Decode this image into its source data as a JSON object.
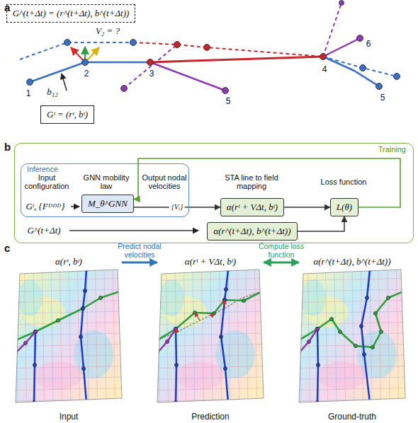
{
  "diagram": {
    "nodes": [
      {
        "text": [
          "G^(t+Δt) = (r^(t+Δt), b^(t+Δt))"
        ]
      },
      {
        "text": [
          "Gᵗ = (rᵗ, bᵗ)"
        ]
      },
      {
        "text": [
          "Training"
        ]
      },
      {
        "text": [
          "Inference"
        ],
        "in": 2
      },
      {
        "text": [
          "M_θ^GNN"
        ],
        "in": 3
      },
      {
        "text": [
          "α(rᵗ + VΔt, bᵗ)"
        ],
        "in": 2
      },
      {
        "text": [
          "L(θ)"
        ],
        "in": 2
      },
      {
        "text": [
          "α(r^(t+Δt), b^(t+Δt))"
        ],
        "in": 2
      },
      {
        "text": [
          "α(rᵗ, bᵗ)",
          "Input"
        ]
      },
      {
        "text": [
          "α(rᵗ + VΔt, bᵗ)",
          "Prediction"
        ]
      },
      {
        "text": [
          "α(r^(t+Δt), b^(t+Δt))",
          "Ground-truth"
        ]
      }
    ],
    "edges": [
      {
        "from": 4,
        "to": 5,
        "arrow": "to",
        "label": "{Vᵢ}"
      },
      {
        "from": 5,
        "to": 6,
        "arrow": "to"
      },
      {
        "from": 7,
        "to": 6,
        "arrow": "to"
      },
      {
        "from": 6,
        "to": 4,
        "arrow": "to"
      },
      {
        "from": 8,
        "to": 9,
        "arrow": "to",
        "label": "Predict nodal velocities"
      },
      {
        "from": 9,
        "to": 10,
        "arrow": "both",
        "label": "Compute loss function"
      }
    ],
    "labels": [
      "a",
      "b",
      "c",
      "V₂ = ?",
      "b₁₂",
      "1",
      "2",
      "3",
      "4",
      "5",
      "6",
      "5",
      "Input configuration",
      "GNN mobility law",
      "Output nodal velocities",
      "STA line to field mapping",
      "Loss function",
      "Gᵗ, {Fᴰᴰᴰ}",
      "G^(t+Δt)"
    ]
  }
}
